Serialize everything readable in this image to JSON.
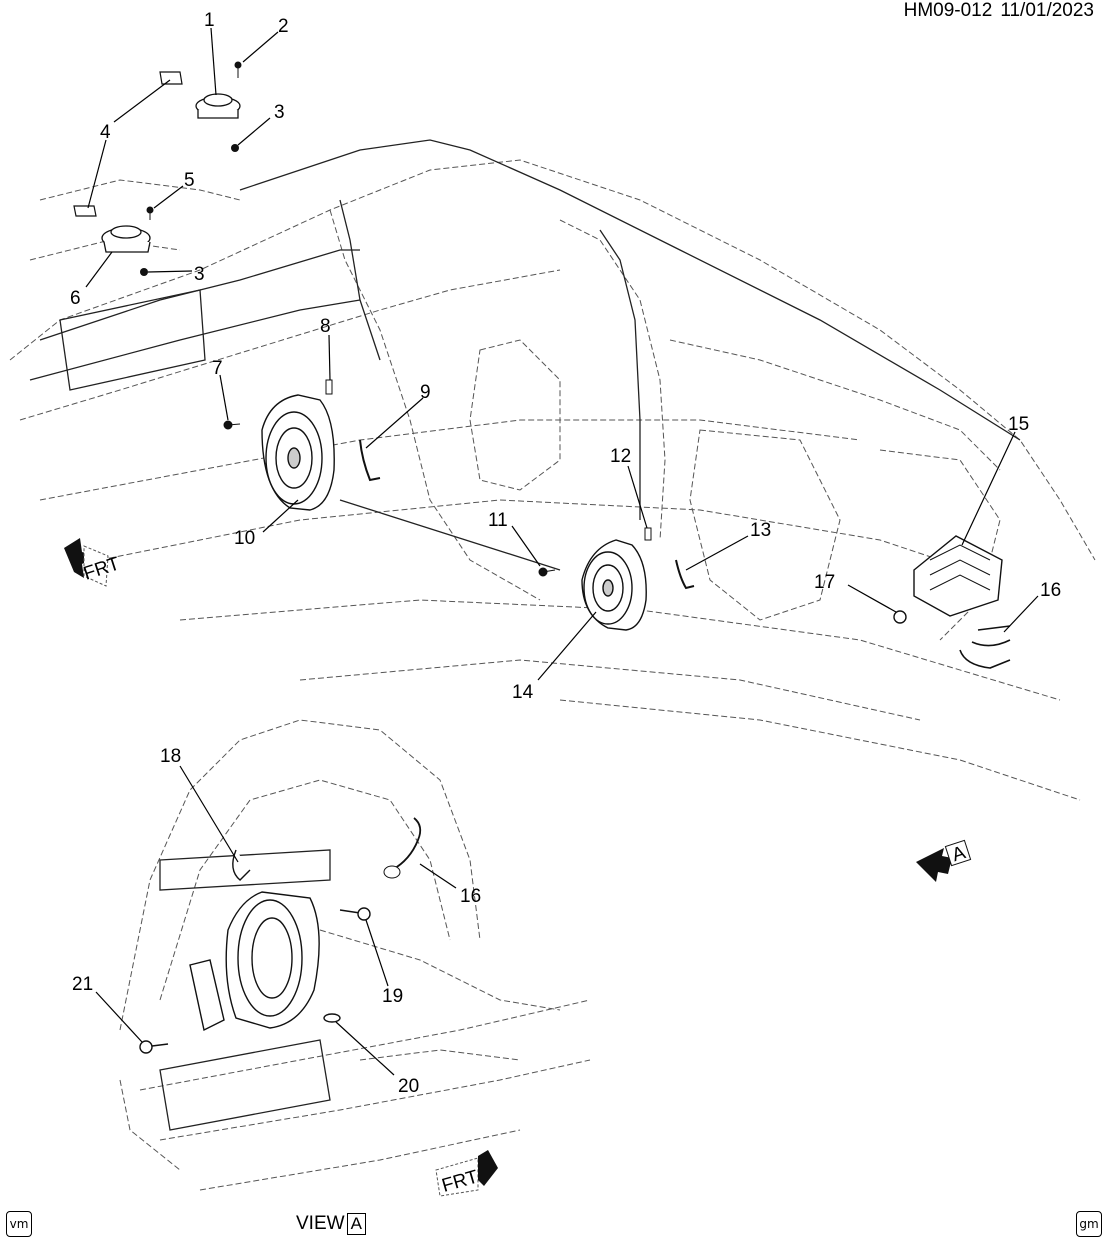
{
  "document": {
    "code": "HM09-012",
    "date": "11/01/2023"
  },
  "view": {
    "prefix": "VIEW",
    "letter": "A"
  },
  "arrows": {
    "front": "FRT",
    "view_letter": "A"
  },
  "callouts": [
    {
      "id": "1",
      "label": "1"
    },
    {
      "id": "2",
      "label": "2"
    },
    {
      "id": "3a",
      "label": "3"
    },
    {
      "id": "4",
      "label": "4"
    },
    {
      "id": "5",
      "label": "5"
    },
    {
      "id": "3b",
      "label": "3"
    },
    {
      "id": "6",
      "label": "6"
    },
    {
      "id": "7",
      "label": "7"
    },
    {
      "id": "8",
      "label": "8"
    },
    {
      "id": "9",
      "label": "9"
    },
    {
      "id": "10",
      "label": "10"
    },
    {
      "id": "11",
      "label": "11"
    },
    {
      "id": "12",
      "label": "12"
    },
    {
      "id": "13",
      "label": "13"
    },
    {
      "id": "14",
      "label": "14"
    },
    {
      "id": "15",
      "label": "15"
    },
    {
      "id": "16a",
      "label": "16"
    },
    {
      "id": "17",
      "label": "17"
    },
    {
      "id": "18",
      "label": "18"
    },
    {
      "id": "16b",
      "label": "16"
    },
    {
      "id": "19",
      "label": "19"
    },
    {
      "id": "20",
      "label": "20"
    },
    {
      "id": "21",
      "label": "21"
    }
  ],
  "logos": {
    "left": "vm",
    "right": "gm"
  },
  "icons": [
    "front-arrow-icon",
    "view-arrow-icon",
    "vm-logo-icon",
    "gm-logo-icon"
  ]
}
